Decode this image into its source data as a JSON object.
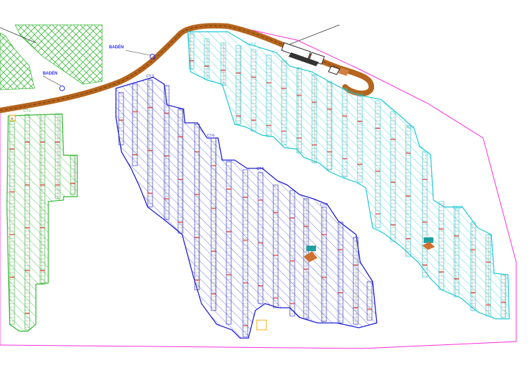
{
  "plan": {
    "labels": {
      "baden_top": "BADÉN",
      "baden_bottom": "BADÉN",
      "block_green": "CT-1",
      "block_navy_left": "CT-3",
      "block_navy_mid": "CT-6",
      "block_navy_right": "CT-8",
      "block_navy_far": "CT-5",
      "block_cyan_top": "CT-2",
      "block_cyan_mid": "CT-7",
      "block_cyan_right": "CT-12",
      "corner_mark": "4"
    },
    "colors": {
      "road": "#b5651d",
      "boundary": "#ff2bd6",
      "green_block": "#2fb52f",
      "green_hatch": "#42c842",
      "navy_block": "#1a1acf",
      "navy_hatch": "#5a5ad8",
      "cyan_block": "#19c8d2",
      "cyan_hatch": "#4ad4dc",
      "string_outline": "#556655",
      "string_marker": "#e0302a",
      "baden_text": "#2a2aff",
      "cross_hatch": "#34b834"
    }
  }
}
